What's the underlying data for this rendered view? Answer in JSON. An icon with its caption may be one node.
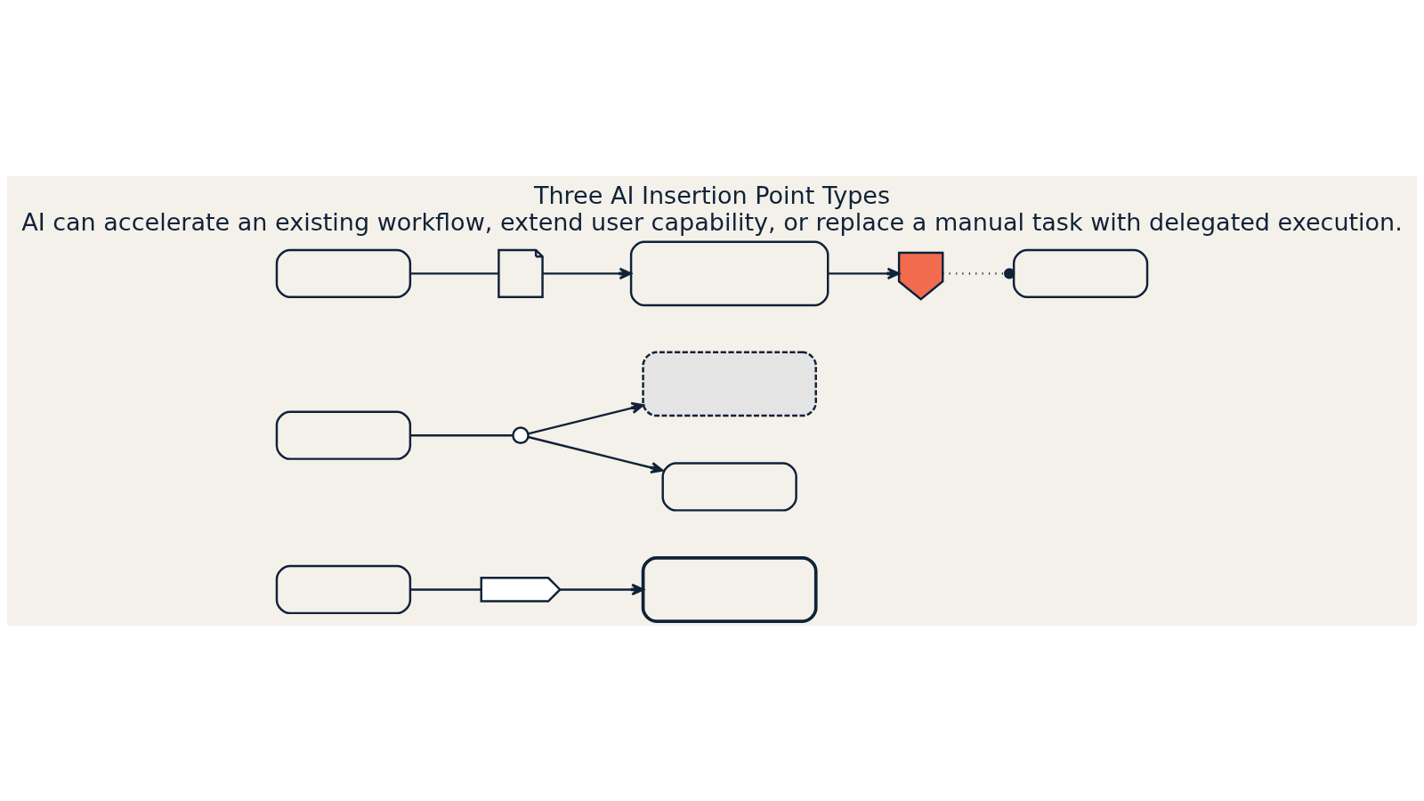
{
  "diagram": {
    "title": "Three AI Insertion Point Types",
    "caption": "AI can accelerate an existing workflow, extend user capability, or replace a manual task with delegated execution.",
    "nodes": [
      {
        "text": [],
        "shape": "box"
      },
      {
        "text": [],
        "shape": "rocket"
      },
      {
        "text": [],
        "shape": "box"
      },
      {
        "text": [],
        "shape": "box"
      },
      {
        "text": [],
        "shape": "circle"
      },
      {
        "text": [],
        "shape": "box"
      },
      {
        "text": [],
        "shape": "box"
      },
      {
        "text": [],
        "shape": "box"
      },
      {
        "text": [],
        "shape": "document"
      },
      {
        "text": [],
        "shape": "capsule"
      },
      {
        "text": [],
        "shape": "shield"
      },
      {
        "text": [],
        "shape": "box"
      }
    ],
    "edges": [
      {
        "from": 0,
        "to": 1,
        "arrow": "none"
      },
      {
        "from": 1,
        "to": 2,
        "arrow": "to"
      },
      {
        "from": 3,
        "to": 4,
        "arrow": "none"
      },
      {
        "from": 4,
        "to": 5,
        "arrow": "to"
      },
      {
        "from": 4,
        "to": 6,
        "arrow": "to"
      },
      {
        "from": 7,
        "to": 8,
        "arrow": "none"
      },
      {
        "from": 8,
        "to": 9,
        "arrow": "to"
      },
      {
        "from": 9,
        "to": 10,
        "arrow": "to"
      },
      {
        "from": 10,
        "to": 11,
        "arrow": "other",
        "style": "dashed"
      }
    ]
  }
}
